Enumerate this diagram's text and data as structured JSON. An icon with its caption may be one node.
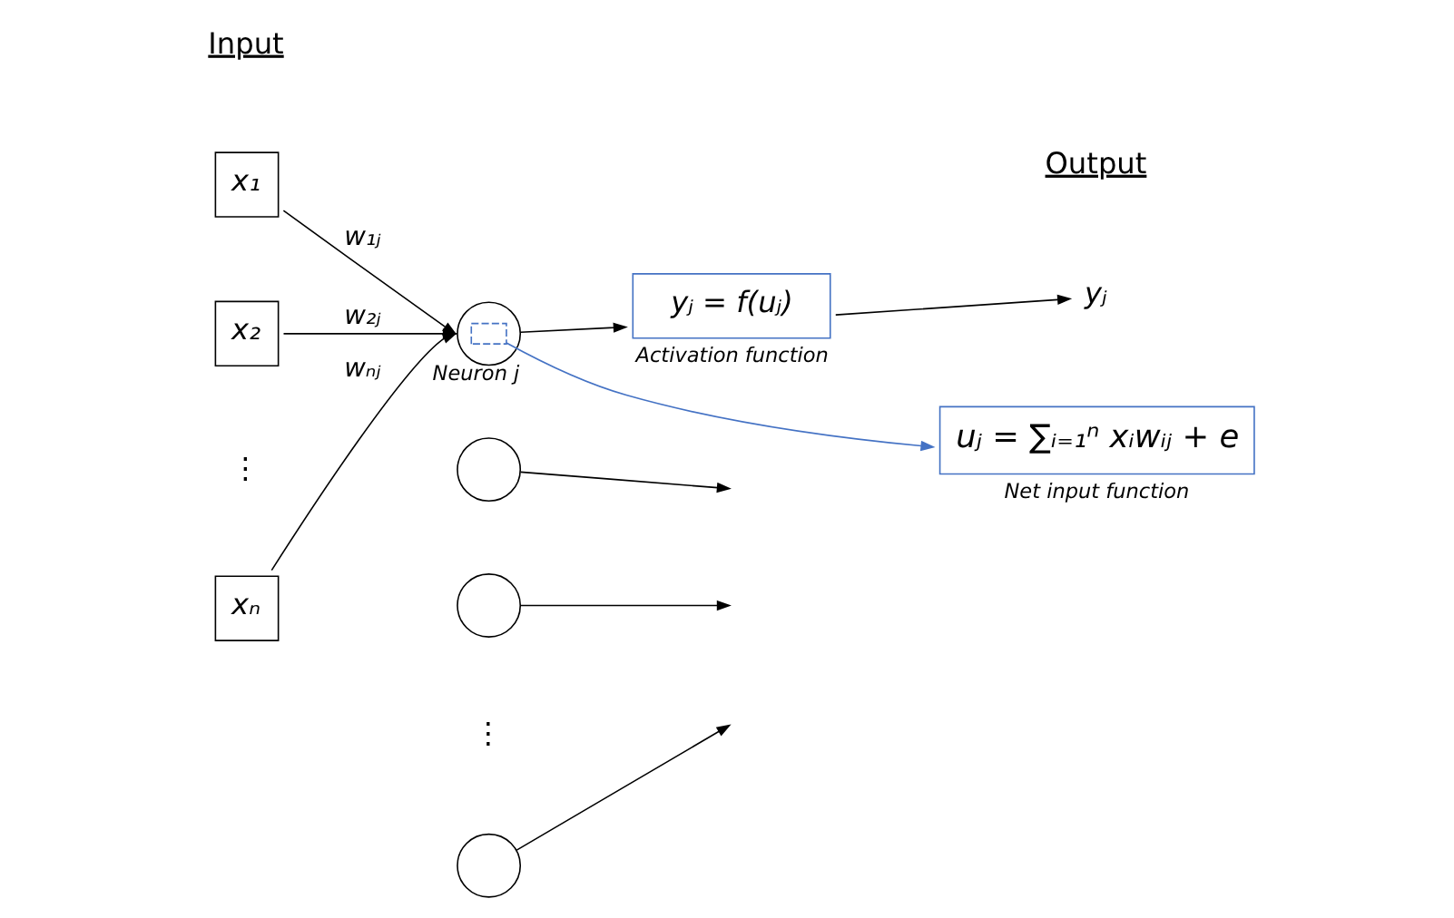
{
  "diagram": {
    "nodes": [
      {
        "text": [
          "x₁"
        ]
      },
      {
        "text": [
          "x₂"
        ]
      },
      {
        "text": [
          "xₙ"
        ]
      },
      {
        "text": [],
        "shape": "circle",
        "beside": [
          "Neuron j"
        ]
      },
      {
        "text": [],
        "shape": "circle"
      },
      {
        "text": [],
        "shape": "circle"
      },
      {
        "text": [],
        "shape": "circle"
      },
      {
        "text": [
          "yⱼ = f(uⱼ)"
        ],
        "beside": [
          "Activation function"
        ]
      },
      {
        "text": [
          "yⱼ"
        ]
      },
      {
        "text": [
          "uⱼ = ∑ᵢ₌₁ⁿ xᵢwᵢⱼ + e"
        ],
        "beside": [
          "Net input function"
        ]
      }
    ],
    "edges": [
      {
        "from": 0,
        "to": 3,
        "arrow": "to",
        "label": "w₁ⱼ"
      },
      {
        "from": 1,
        "to": 3,
        "arrow": "to",
        "label": "w₂ⱼ"
      },
      {
        "from": 2,
        "to": 3,
        "arrow": "to",
        "label": "wₙⱼ"
      },
      {
        "from": 3,
        "to": 7,
        "arrow": "to"
      },
      {
        "from": 7,
        "to": 8,
        "arrow": "to"
      },
      {
        "from": 4,
        "to": null,
        "arrow": "to"
      },
      {
        "from": 5,
        "to": null,
        "arrow": "to"
      },
      {
        "from": 6,
        "to": null,
        "arrow": "to"
      },
      {
        "from": 3,
        "to": 9,
        "arrow": "to",
        "color": "#4472c4"
      }
    ],
    "labels": [
      "Input",
      "Output",
      "⋮",
      "⋮"
    ]
  }
}
